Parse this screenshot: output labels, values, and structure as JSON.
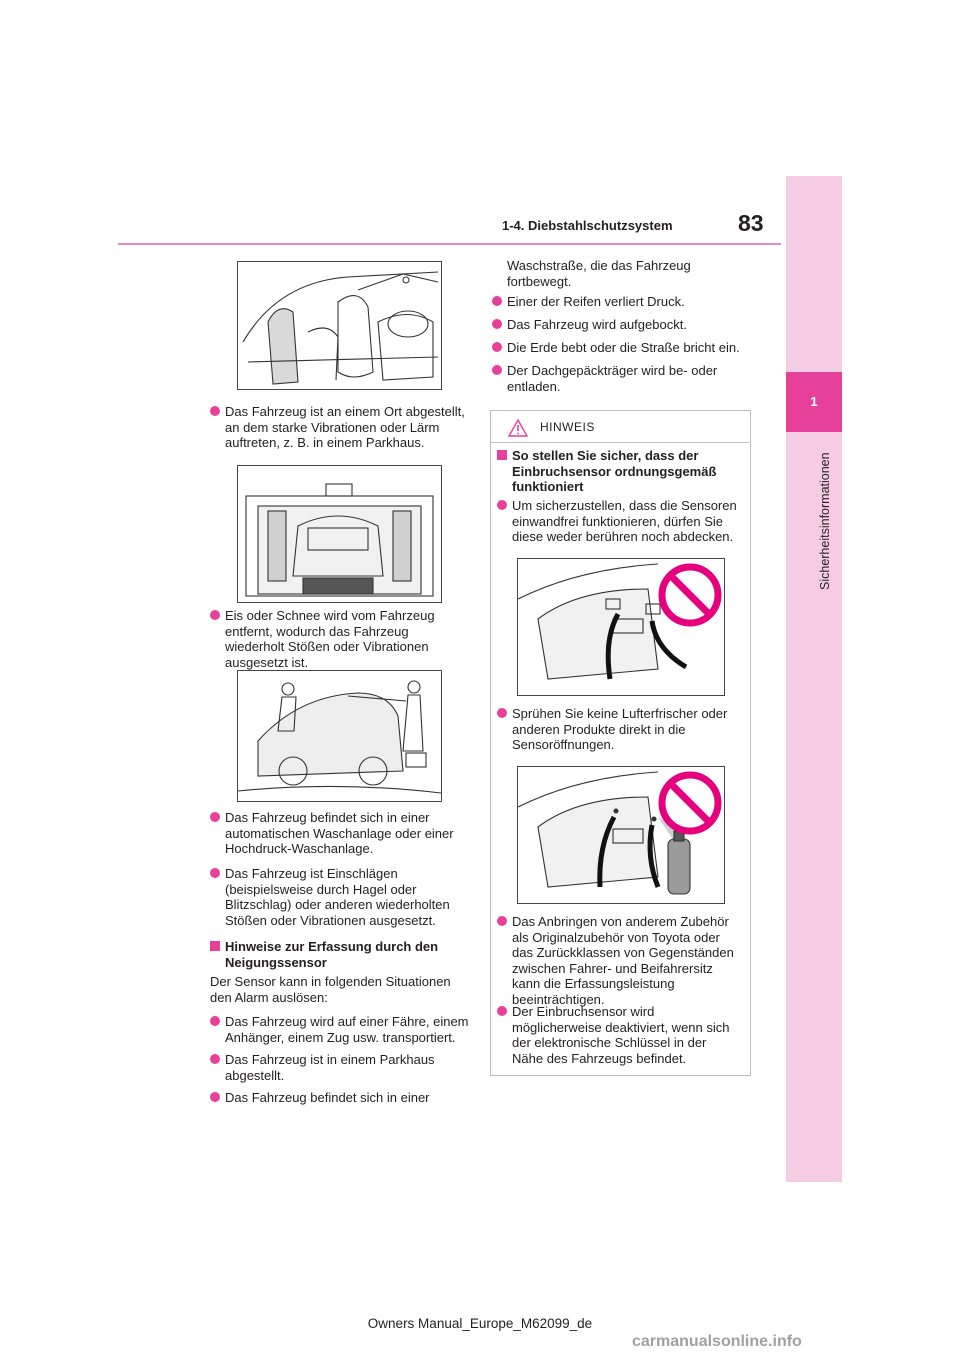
{
  "header": {
    "section": "1-4. Diebstahlschutzsystem",
    "page_number": "83"
  },
  "side_tab": {
    "chapter": "1",
    "label": "Sicherheitsinformationen"
  },
  "left_column": {
    "bullet_1": "Das Fahrzeug ist an einem Ort abgestellt, an dem starke Vibrationen oder Lärm auftreten, z. B. in einem Parkhaus.",
    "bullet_2": "Eis oder Schnee wird vom Fahrzeug entfernt, wodurch das Fahrzeug wiederholt Stößen oder Vibrationen ausgesetzt ist.",
    "bullet_3": "Das Fahrzeug befindet sich in einer automatischen Waschanlage oder einer Hochdruck-Waschanlage.",
    "bullet_4": "Das Fahrzeug ist Einschlägen (beispielsweise durch Hagel oder Blitzschlag) oder anderen wiederholten Stößen oder Vibrationen ausgesetzt.",
    "heading": "Hinweise zur Erfassung durch den Neigungssensor",
    "intro": "Der Sensor kann in folgenden Situationen den Alarm auslösen:",
    "bullet_5": "Das Fahrzeug wird auf einer Fähre, einem Anhänger, einem Zug usw. transportiert.",
    "bullet_6": "Das Fahrzeug ist in einem Parkhaus abgestellt.",
    "bullet_7": "Das Fahrzeug befindet sich in einer"
  },
  "right_column": {
    "continuation": "Waschstraße, die das Fahrzeug fortbewegt.",
    "bullet_1": "Einer der Reifen verliert Druck.",
    "bullet_2": "Das Fahrzeug wird aufgebockt.",
    "bullet_3": "Die Erde bebt oder die Straße bricht ein.",
    "bullet_4": "Der Dachgepäckträger wird be- oder entladen."
  },
  "note": {
    "title": "HINWEIS",
    "heading": "So stellen Sie sicher, dass der Einbruchsensor ordnungsgemäß funktioniert",
    "bullet_1": "Um sicherzustellen, dass die Sensoren einwandfrei funktionieren, dürfen Sie diese weder berühren noch abdecken.",
    "bullet_2": "Sprühen Sie keine Lufterfrischer oder anderen Produkte direkt in die Sensoröffnungen.",
    "bullet_3": "Das Anbringen von anderem Zubehör als Originalzubehör von Toyota oder das Zurückklassen von Gegenständen zwischen Fahrer- und Beifahrersitz kann die Erfassungsleistung beeinträchtigen.",
    "bullet_4": "Der Einbruchsensor wird möglicherweise deaktiviert, wenn sich der elektronische Schlüssel in der Nähe des Fahrzeugs befindet."
  },
  "footer": {
    "document": "Owners Manual_Europe_M62099_de",
    "watermark": "carmanualsonline.info"
  },
  "colors": {
    "accent": "#e7409b",
    "tab_bg": "#f5cce4",
    "rule": "#e58bc3",
    "prohibit": "#e6007e"
  }
}
